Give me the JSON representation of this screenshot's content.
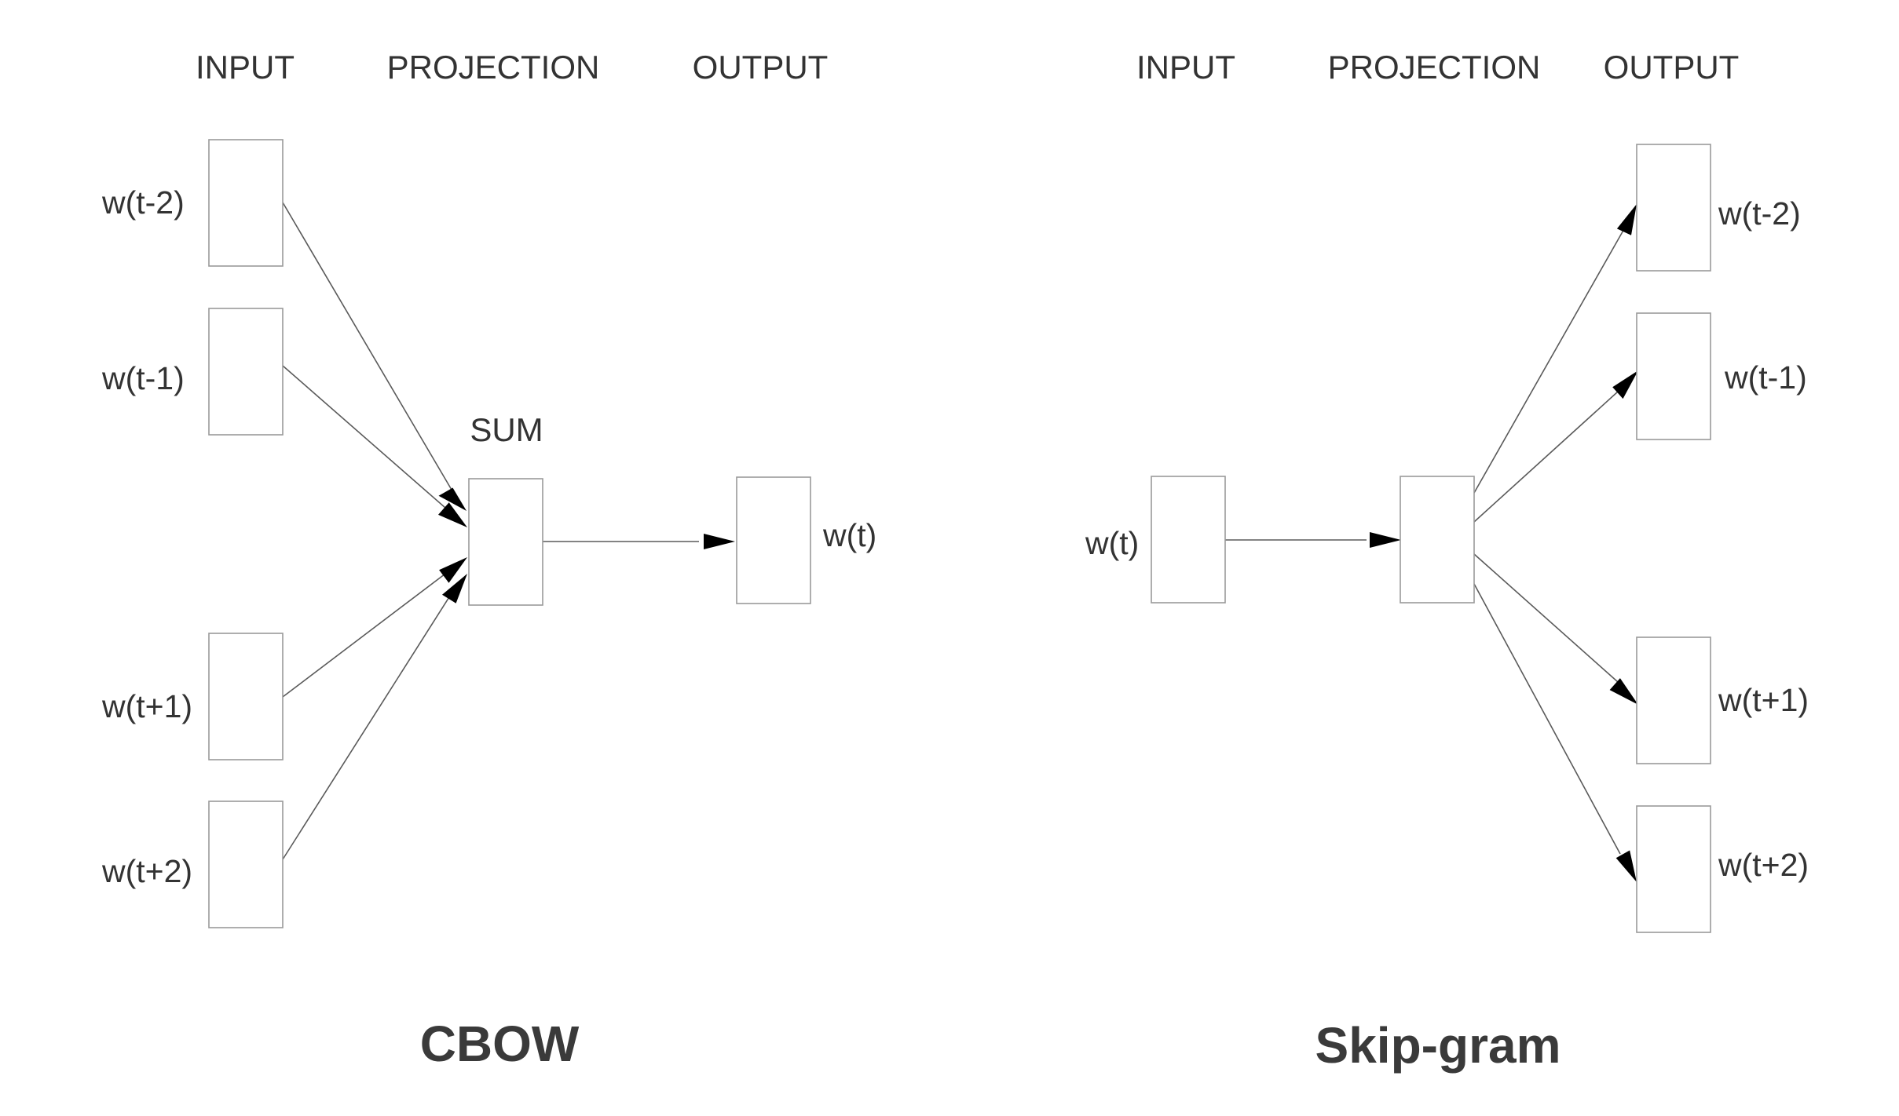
{
  "colors": {
    "text": "#333333",
    "box_border": "#9a9a9a",
    "edge": "#5a5a5a",
    "arrowhead": "#000000"
  },
  "cbow": {
    "title": "CBOW",
    "headers": {
      "input": "INPUT",
      "projection": "PROJECTION",
      "output": "OUTPUT"
    },
    "sum_label": "SUM",
    "inputs": [
      "w(t-2)",
      "w(t-1)",
      "w(t+1)",
      "w(t+2)"
    ],
    "output": "w(t)"
  },
  "skipgram": {
    "title": "Skip-gram",
    "headers": {
      "input": "INPUT",
      "projection": "PROJECTION",
      "output": "OUTPUT"
    },
    "input": "w(t)",
    "outputs": [
      "w(t-2)",
      "w(t-1)",
      "w(t+1)",
      "w(t+2)"
    ]
  }
}
